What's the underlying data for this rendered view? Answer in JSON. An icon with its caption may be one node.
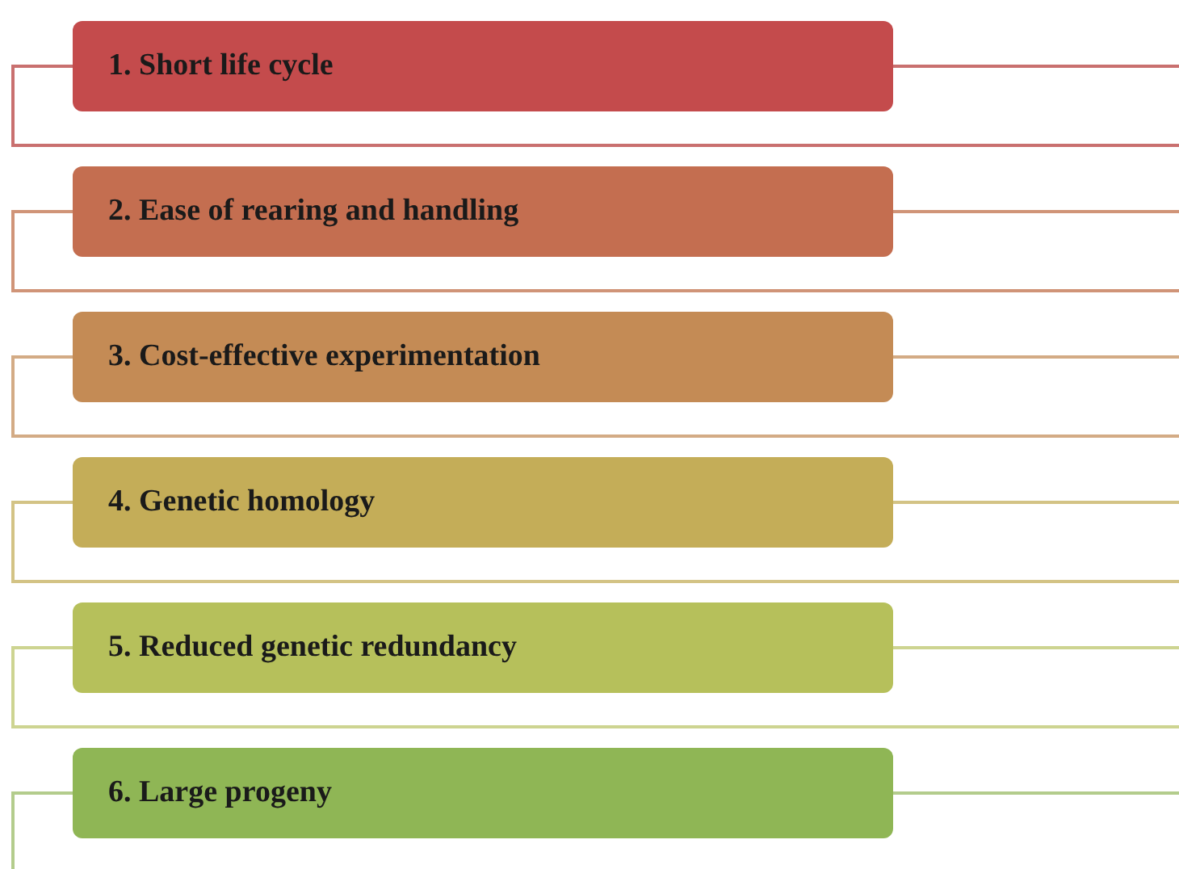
{
  "diagram": {
    "nodes": [
      {
        "text": [
          "1. Short life cycle"
        ]
      },
      {
        "text": [
          "2. Ease of rearing and handling"
        ]
      },
      {
        "text": [
          "3. Cost-effective experimentation"
        ]
      },
      {
        "text": [
          "4. Genetic homology"
        ]
      },
      {
        "text": [
          "5. Reduced genetic redundancy"
        ]
      },
      {
        "text": [
          "6. Large progeny"
        ]
      }
    ]
  }
}
